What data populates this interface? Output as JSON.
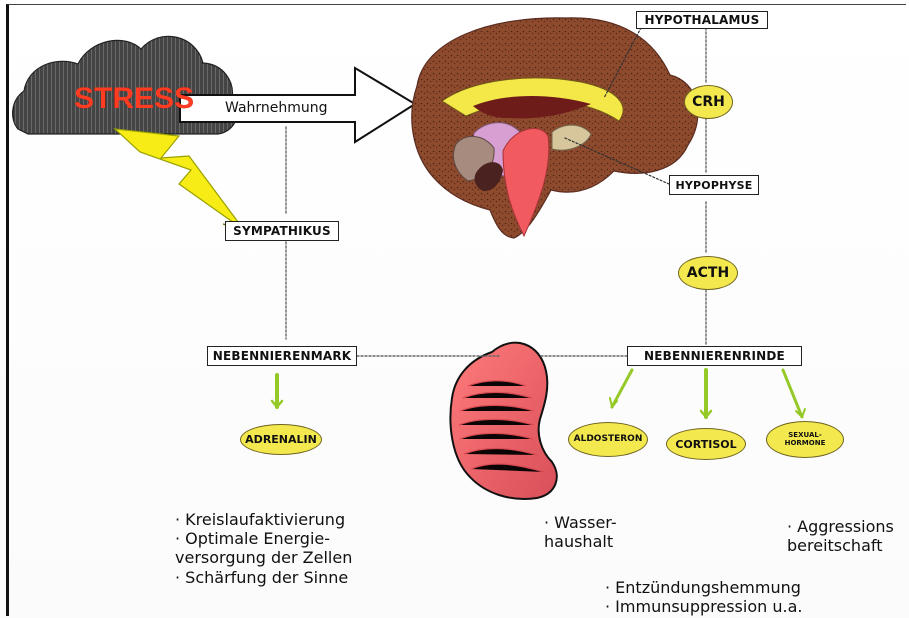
{
  "labels": {
    "stress": "STRESS",
    "wahrnehmung": "Wahrnehmung",
    "hypothalamus": "HYPOTHALAMUS",
    "crh": "CRH",
    "hypophyse": "HYPOPHYSE",
    "acth": "ACTH",
    "sympathikus": "SYMPATHIKUS",
    "nebennierenmark": "NEBENNIERENMARK",
    "nebennierenrinde": "NEBENNIERENRINDE",
    "adrenalin": "ADRENALIN",
    "aldosteron": "ALDOSTERON",
    "cortisol": "CORTISOL",
    "sexual_line1": "SEXUAL-",
    "sexual_line2": "HORMONE"
  },
  "effects": {
    "adrenalin": [
      "· Kreislaufaktivierung",
      "· Optimale Energie-",
      "versorgung der Zellen",
      "· Schärfung der Sinne"
    ],
    "aldosteron": [
      "· Wasser-",
      "haushalt"
    ],
    "cortisol": [
      "· Entzündungshemmung",
      "· Immunsuppression u.a."
    ],
    "sexualhormone": [
      "· Aggressions",
      "bereitschaft"
    ]
  },
  "colors": {
    "stress_text": "#ff3b22",
    "oval_fill": "#f3e94e",
    "kidney_red": "#f06a6f",
    "green_arrow": "#95c927",
    "brain_brown": "#8b4a2e",
    "cloud_dark": "#6f6f6f"
  },
  "icons": {
    "cloud": "stress-cloud-icon",
    "lightning": "lightning-bolt-icon",
    "brain": "brain-icon",
    "kidney": "kidney-icon"
  }
}
